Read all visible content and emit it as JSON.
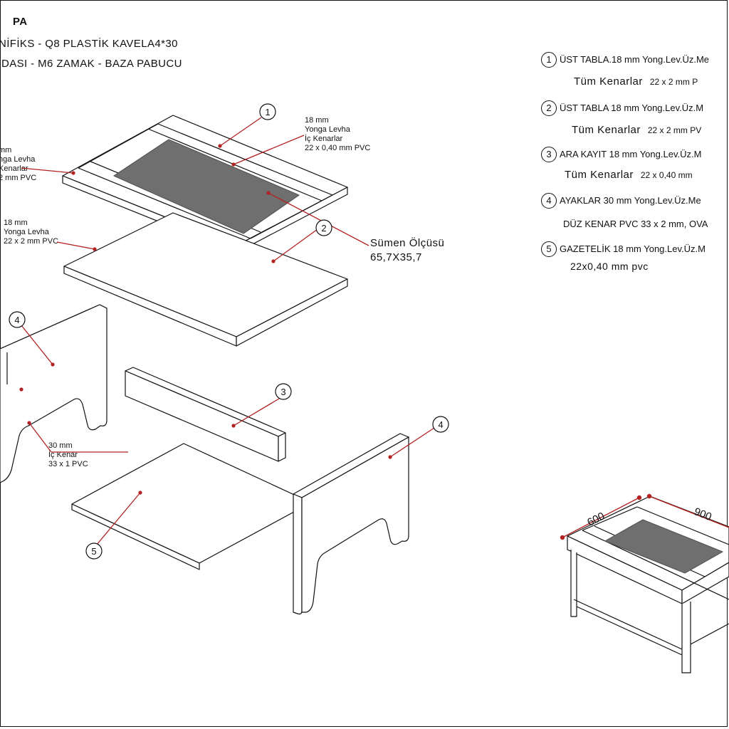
{
  "header": {
    "title": "PA",
    "line1": "NİFİKS - Q8 PLASTİK KAVELA4*30",
    "line2": "DASI - M6  ZAMAK - BAZA PABUCU"
  },
  "legend": [
    {
      "num": "1",
      "text": "ÜST TABLA.18 mm Yong.Lev.Üz.Me",
      "sub_label": "Tüm Kenarlar",
      "sub_value": "22 x 2 mm P"
    },
    {
      "num": "2",
      "text": "ÜST TABLA  18 mm Yong.Lev.Üz.M",
      "sub_label": "Tüm Kenarlar",
      "sub_value": "22 x 2 mm PV"
    },
    {
      "num": "3",
      "text": "ARA KAYIT  18 mm Yong.Lev.Üz.M",
      "sub_label": "Tüm Kenarlar",
      "sub_value": "22 x 0,40 mm"
    },
    {
      "num": "4",
      "text": "AYAKLAR 30 mm  Yong.Lev.Üz.Me",
      "sub_label": "DÜZ KENAR PVC 33 x 2 mm,  OVA",
      "sub_value": ""
    },
    {
      "num": "5",
      "text": "GAZETELİK 18 mm Yong.Lev.Üz.M",
      "sub_label": "22x0,40 mm pvc",
      "sub_value": ""
    }
  ],
  "notes": {
    "top_panel": [
      "18 mm",
      "Yonga Levha",
      "İç Kenarlar",
      "22 x 0,40 mm PVC"
    ],
    "left_top": [
      "mm",
      "nga Levha",
      "Kenarlar",
      "2 mm PVC"
    ],
    "second_panel": [
      "18 mm",
      "Yonga Levha",
      "22 x 2 mm PVC"
    ],
    "leg": [
      "30 mm",
      "İç Kenar",
      "33 x 1 PVC"
    ]
  },
  "sumen": {
    "label": "Sümen Ölçüsü",
    "value": "65,7X35,7"
  },
  "callouts": [
    "1",
    "2",
    "3",
    "4",
    "4",
    "5"
  ],
  "dimensions": {
    "depth": "600",
    "width": "900"
  },
  "colors": {
    "line": "#111111",
    "callout": "#b22222",
    "inlay": "#6f6f6f"
  }
}
